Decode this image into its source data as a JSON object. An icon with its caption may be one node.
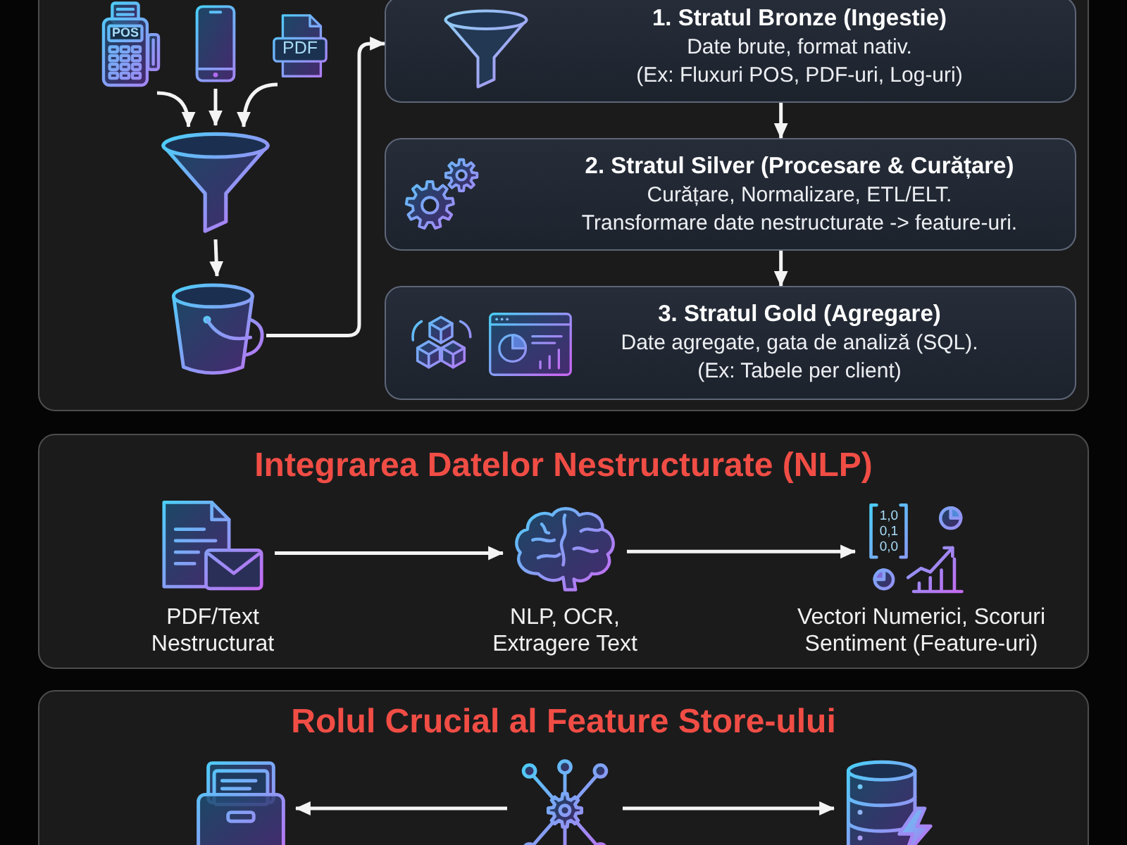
{
  "diagram": {
    "nodes": [
      {
        "text": [],
        "shape": "box"
      },
      {
        "text": [
          "POS"
        ],
        "in": 0
      },
      {
        "text": [],
        "shape": "picture",
        "in": 0
      },
      {
        "text": [
          "PDF"
        ],
        "in": 0
      },
      {
        "text": [],
        "shape": "picture",
        "in": 0
      },
      {
        "text": [],
        "shape": "picture",
        "in": 0
      },
      {
        "text": [
          "1. Stratul Bronze (Ingestie)",
          "Date brute, format nativ.",
          "(Ex: Fluxuri POS, PDF-uri, Log-uri)"
        ],
        "in": 0
      },
      {
        "text": [
          "2. Stratul Silver (Procesare & Curățare)",
          "Curățare, Normalizare, ETL/ELT.",
          "Transformare date nestructurate -> feature-uri."
        ],
        "in": 0
      },
      {
        "text": [
          "3. Stratul Gold (Agregare)",
          "Date agregate, gata de analiză (SQL).",
          "(Ex: Tabele per client)"
        ],
        "in": 0
      },
      {
        "text": [
          "Integrarea Datelor Nestructurate (NLP)"
        ]
      },
      {
        "text": [],
        "shape": "picture",
        "beside": [
          "PDF/Text Nestructurat"
        ],
        "in": 9
      },
      {
        "text": [],
        "shape": "picture",
        "beside": [
          "NLP, OCR, Extragere Text"
        ],
        "in": 9
      },
      {
        "text": [
          "1,0 0,1 0,0"
        ],
        "beside": [
          "Vectori Numerici, Scoruri Sentiment (Feature-uri)"
        ],
        "in": 9
      },
      {
        "text": [
          "Rolul Crucial al Feature Store-ului"
        ]
      },
      {
        "text": [],
        "shape": "picture",
        "in": 13
      },
      {
        "text": [],
        "shape": "picture",
        "in": 13
      },
      {
        "text": [],
        "shape": "picture",
        "in": 13
      }
    ],
    "edges": [
      {
        "from": 1,
        "to": 4,
        "arrow": "to"
      },
      {
        "from": 2,
        "to": 4,
        "arrow": "to"
      },
      {
        "from": 3,
        "to": 4,
        "arrow": "to"
      },
      {
        "from": 4,
        "to": 5,
        "arrow": "to"
      },
      {
        "from": 5,
        "to": 6,
        "arrow": "to"
      },
      {
        "from": 6,
        "to": 7,
        "arrow": "to"
      },
      {
        "from": 7,
        "to": 8,
        "arrow": "to"
      },
      {
        "from": 10,
        "to": 11,
        "arrow": "to"
      },
      {
        "from": 11,
        "to": 12,
        "arrow": "to"
      },
      {
        "from": 15,
        "to": 14,
        "arrow": "to"
      },
      {
        "from": 15,
        "to": 16,
        "arrow": "to"
      }
    ]
  }
}
